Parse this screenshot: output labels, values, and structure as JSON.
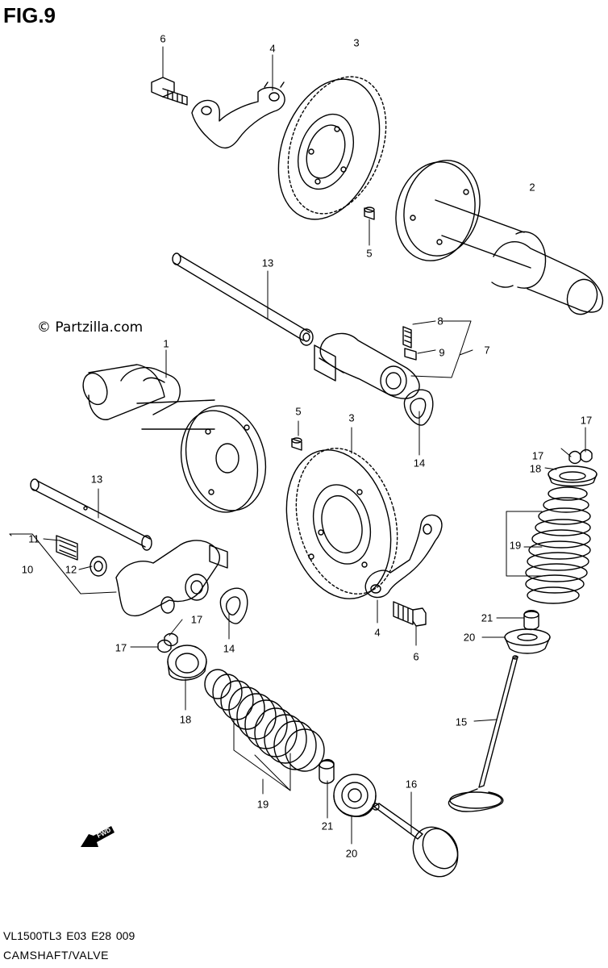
{
  "header": {
    "title": "FIG.9"
  },
  "watermark": {
    "text": "© Partzilla.com"
  },
  "footer": {
    "code": "VL1500TL3  E03  E28  009",
    "section": "CAMSHAFT/VALVE"
  },
  "fwd_badge": {
    "text": "FWD"
  },
  "callouts": [
    {
      "id": "c6a",
      "text": "6"
    },
    {
      "id": "c4a",
      "text": "4"
    },
    {
      "id": "c3a",
      "text": "3"
    },
    {
      "id": "c2",
      "text": "2"
    },
    {
      "id": "c5a",
      "text": "5"
    },
    {
      "id": "c13a",
      "text": "13"
    },
    {
      "id": "c8",
      "text": "8"
    },
    {
      "id": "c9",
      "text": "9"
    },
    {
      "id": "c7",
      "text": "7"
    },
    {
      "id": "c14a",
      "text": "14"
    },
    {
      "id": "c1",
      "text": "1"
    },
    {
      "id": "c5b",
      "text": "5"
    },
    {
      "id": "c3b",
      "text": "3"
    },
    {
      "id": "c17a",
      "text": "17"
    },
    {
      "id": "c17b",
      "text": "17"
    },
    {
      "id": "c18a",
      "text": "18"
    },
    {
      "id": "c13b",
      "text": "13"
    },
    {
      "id": "c11",
      "text": "11"
    },
    {
      "id": "c10",
      "text": "10"
    },
    {
      "id": "c12",
      "text": "12"
    },
    {
      "id": "c19a",
      "text": "19"
    },
    {
      "id": "c17c",
      "text": "17"
    },
    {
      "id": "c17d",
      "text": "17"
    },
    {
      "id": "c14b",
      "text": "14"
    },
    {
      "id": "c4b",
      "text": "4"
    },
    {
      "id": "c6b",
      "text": "6"
    },
    {
      "id": "c21a",
      "text": "21"
    },
    {
      "id": "c20a",
      "text": "20"
    },
    {
      "id": "c18b",
      "text": "18"
    },
    {
      "id": "c15",
      "text": "15"
    },
    {
      "id": "c19b",
      "text": "19"
    },
    {
      "id": "c16",
      "text": "16"
    },
    {
      "id": "c21b",
      "text": "21"
    },
    {
      "id": "c20b",
      "text": "20"
    }
  ]
}
